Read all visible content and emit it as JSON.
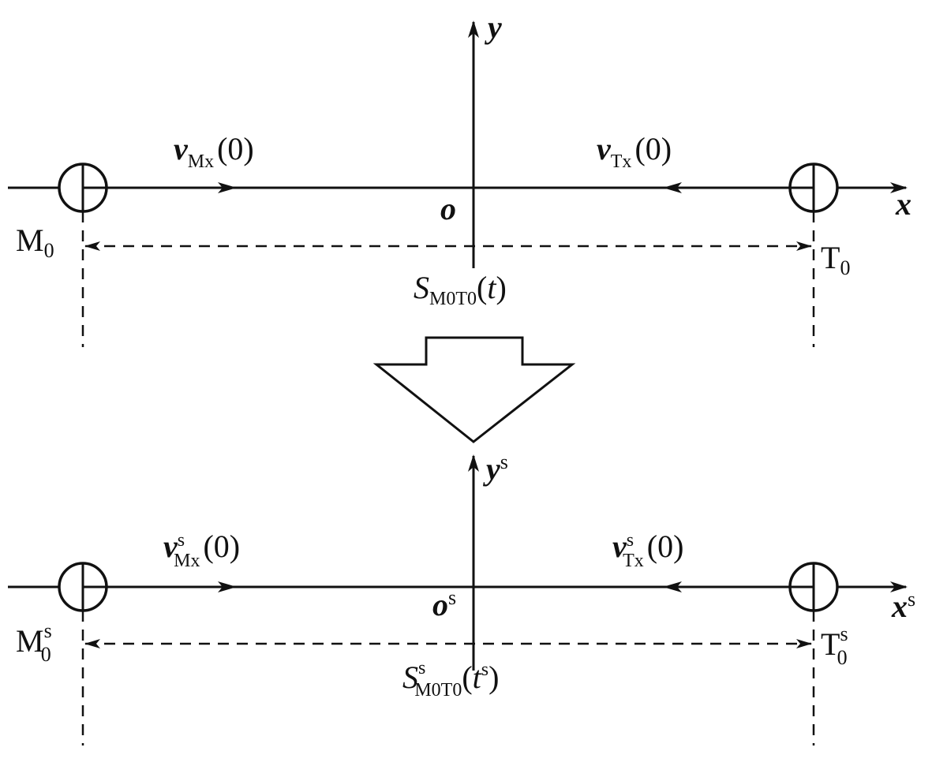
{
  "top": {
    "y_axis": "y",
    "x_axis": "x",
    "origin": "o",
    "missile_label": {
      "base": "M",
      "sub": "0"
    },
    "target_label": {
      "base": "T",
      "sub": "0"
    },
    "v_missile": {
      "base": "v",
      "sub": "Mx",
      "arg": "(0)"
    },
    "v_target": {
      "base": "v",
      "sub": "Tx",
      "arg": "(0)"
    },
    "distance": {
      "base": "S",
      "sub": "M0T0",
      "arg_open": "(",
      "arg_var": "t",
      "arg_close": ")"
    }
  },
  "bottom": {
    "y_axis": {
      "base": "y",
      "sup": "s"
    },
    "x_axis": {
      "base": "x",
      "sup": "s"
    },
    "origin": {
      "base": "o",
      "sup": "s"
    },
    "missile_label": {
      "base": "M",
      "sub": "0",
      "sup": "s"
    },
    "target_label": {
      "base": "T",
      "sub": "0",
      "sup": "s"
    },
    "v_missile": {
      "base": "v",
      "sup": "s",
      "sub": "Mx",
      "arg": "(0)"
    },
    "v_target": {
      "base": "v",
      "sup": "s",
      "sub": "Tx",
      "arg": "(0)"
    },
    "distance": {
      "base": "S",
      "sup": "s",
      "sub": "M0T0",
      "arg_open": "(",
      "arg_var": "t",
      "arg_sup": "s",
      "arg_close": ")"
    }
  }
}
